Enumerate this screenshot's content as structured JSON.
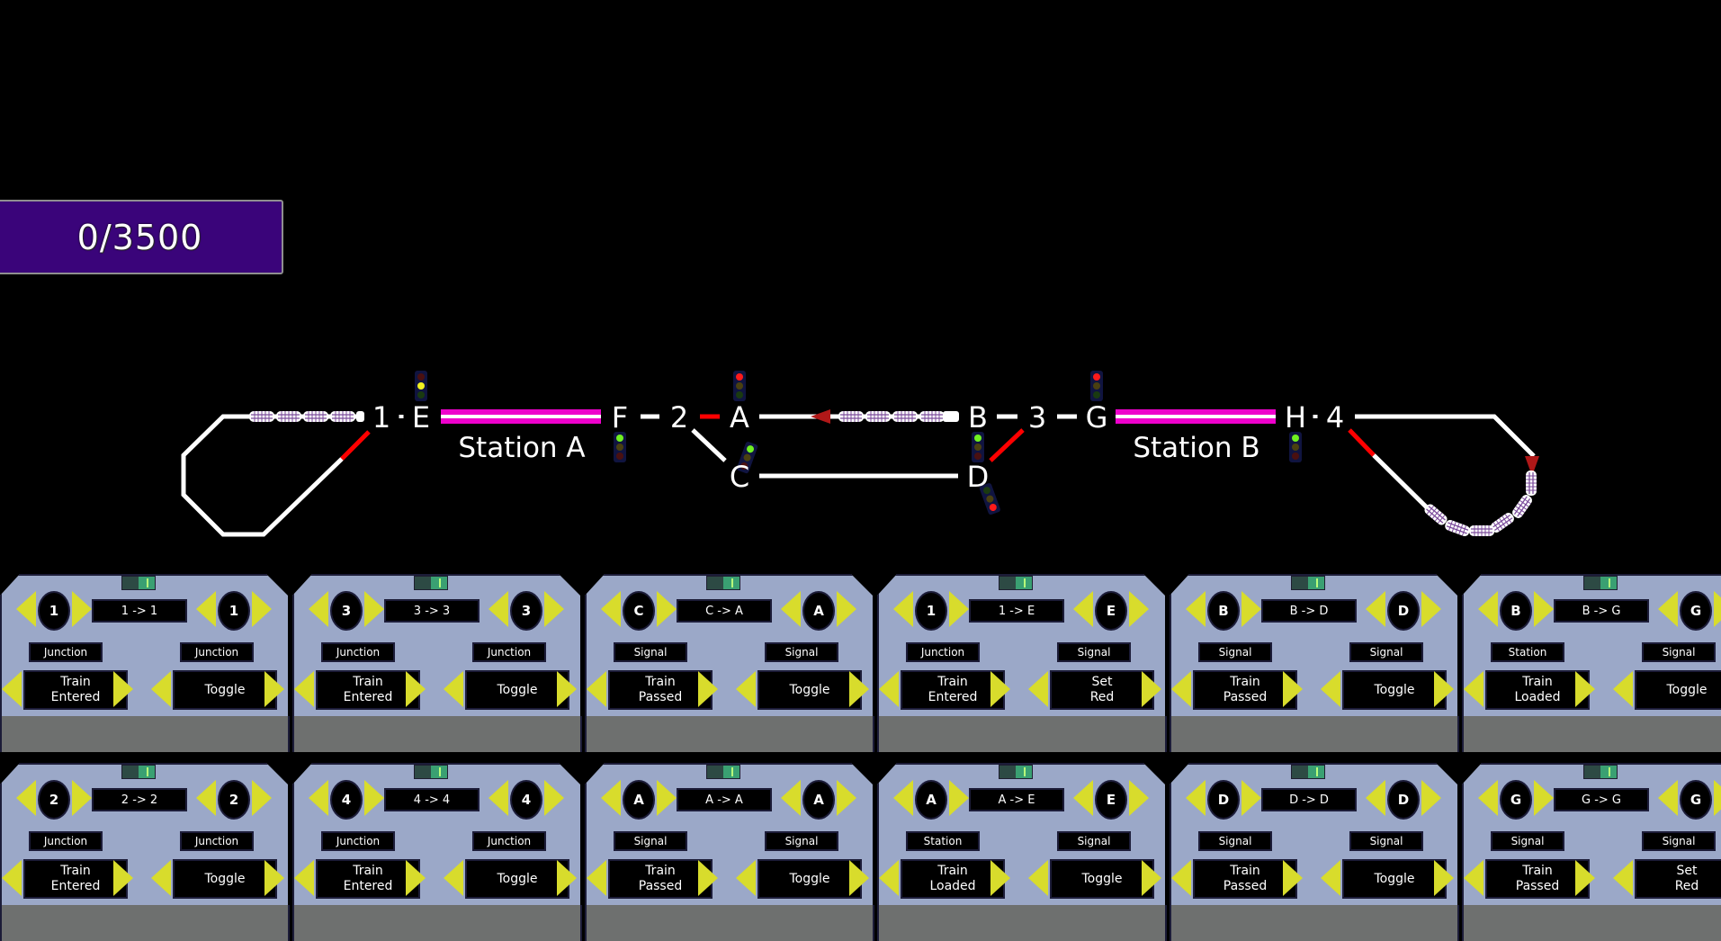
{
  "score": {
    "text": "0/3500",
    "current": 0,
    "target": 3500
  },
  "colors": {
    "background": "#000000",
    "track": "#ffffff",
    "track_blocked": "#ff0000",
    "station_platform": "#ee00cc",
    "panel_body": "#9ba8c8",
    "panel_foot": "#6e706f",
    "arrow": "#d8dc2c",
    "score_bg": "#3a047a",
    "train_car": "#ffffff",
    "train_car_stripe": "#7a4a9a",
    "locomotive": "#b01818"
  },
  "track": {
    "nodes": [
      {
        "id": "1",
        "type": "junction"
      },
      {
        "id": "E",
        "type": "signal"
      },
      {
        "id": "F",
        "type": "signal"
      },
      {
        "id": "2",
        "type": "junction"
      },
      {
        "id": "A",
        "type": "signal"
      },
      {
        "id": "C",
        "type": "signal"
      },
      {
        "id": "B",
        "type": "signal"
      },
      {
        "id": "D",
        "type": "signal"
      },
      {
        "id": "3",
        "type": "junction"
      },
      {
        "id": "G",
        "type": "signal"
      },
      {
        "id": "H",
        "type": "signal"
      },
      {
        "id": "4",
        "type": "junction"
      }
    ],
    "stations": [
      {
        "label": "Station A",
        "between": [
          "E",
          "F"
        ]
      },
      {
        "label": "Station B",
        "between": [
          "G",
          "H"
        ]
      }
    ],
    "signals": [
      {
        "node": "E",
        "aspect": "yellow"
      },
      {
        "node": "F",
        "aspect": "green"
      },
      {
        "node": "A",
        "aspect": "red"
      },
      {
        "node": "C",
        "aspect": "green"
      },
      {
        "node": "B",
        "aspect": "green"
      },
      {
        "node": "D",
        "aspect": "red"
      },
      {
        "node": "G",
        "aspect": "red"
      },
      {
        "node": "H",
        "aspect": "green"
      }
    ],
    "trains": [
      {
        "location": "loop-west",
        "cars": 5,
        "direction": "east"
      },
      {
        "location": "A-B",
        "cars": 5,
        "direction": "west"
      },
      {
        "location": "loop-east",
        "cars": 6,
        "direction": "north"
      }
    ]
  },
  "panels": [
    {
      "from": "1",
      "route": "1 -> 1",
      "to": "1",
      "from_kind": "Junction",
      "to_kind": "Junction",
      "trigger": "Train\nEntered",
      "action": "Toggle"
    },
    {
      "from": "3",
      "route": "3 -> 3",
      "to": "3",
      "from_kind": "Junction",
      "to_kind": "Junction",
      "trigger": "Train\nEntered",
      "action": "Toggle"
    },
    {
      "from": "C",
      "route": "C -> A",
      "to": "A",
      "from_kind": "Signal",
      "to_kind": "Signal",
      "trigger": "Train\nPassed",
      "action": "Toggle"
    },
    {
      "from": "1",
      "route": "1 -> E",
      "to": "E",
      "from_kind": "Junction",
      "to_kind": "Signal",
      "trigger": "Train\nEntered",
      "action": "Set\nRed"
    },
    {
      "from": "B",
      "route": "B -> D",
      "to": "D",
      "from_kind": "Signal",
      "to_kind": "Signal",
      "trigger": "Train\nPassed",
      "action": "Toggle"
    },
    {
      "from": "B",
      "route": "B -> G",
      "to": "G",
      "from_kind": "Station",
      "to_kind": "Signal",
      "trigger": "Train\nLoaded",
      "action": "Toggle"
    },
    {
      "from": "2",
      "route": "2 -> 2",
      "to": "2",
      "from_kind": "Junction",
      "to_kind": "Junction",
      "trigger": "Train\nEntered",
      "action": "Toggle"
    },
    {
      "from": "4",
      "route": "4 -> 4",
      "to": "4",
      "from_kind": "Junction",
      "to_kind": "Junction",
      "trigger": "Train\nEntered",
      "action": "Toggle"
    },
    {
      "from": "A",
      "route": "A -> A",
      "to": "A",
      "from_kind": "Signal",
      "to_kind": "Signal",
      "trigger": "Train\nPassed",
      "action": "Toggle"
    },
    {
      "from": "A",
      "route": "A -> E",
      "to": "E",
      "from_kind": "Station",
      "to_kind": "Signal",
      "trigger": "Train\nLoaded",
      "action": "Toggle"
    },
    {
      "from": "D",
      "route": "D -> D",
      "to": "D",
      "from_kind": "Signal",
      "to_kind": "Signal",
      "trigger": "Train\nPassed",
      "action": "Toggle"
    },
    {
      "from": "G",
      "route": "G -> G",
      "to": "G",
      "from_kind": "Signal",
      "to_kind": "Signal",
      "trigger": "Train\nPassed",
      "action": "Set\nRed"
    }
  ]
}
